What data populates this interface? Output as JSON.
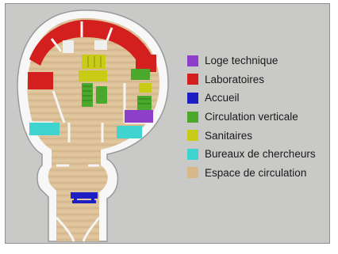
{
  "legend": {
    "items": [
      {
        "label": "Loge technique",
        "color": "#8e3fc9",
        "icon": "purple-square"
      },
      {
        "label": "Laboratoires",
        "color": "#d41f1f",
        "icon": "red-square"
      },
      {
        "label": "Accueil",
        "color": "#1d1fc4",
        "icon": "blue-square"
      },
      {
        "label": "Circulation verticale",
        "color": "#4aa82c",
        "icon": "green-square"
      },
      {
        "label": "Sanitaires",
        "color": "#c8cc17",
        "icon": "yellow-square"
      },
      {
        "label": "Bureaux de chercheurs",
        "color": "#3fd4d0",
        "icon": "cyan-square"
      },
      {
        "label": "Espace de circulation",
        "color": "#d8b88a",
        "icon": "tan-square"
      }
    ]
  }
}
